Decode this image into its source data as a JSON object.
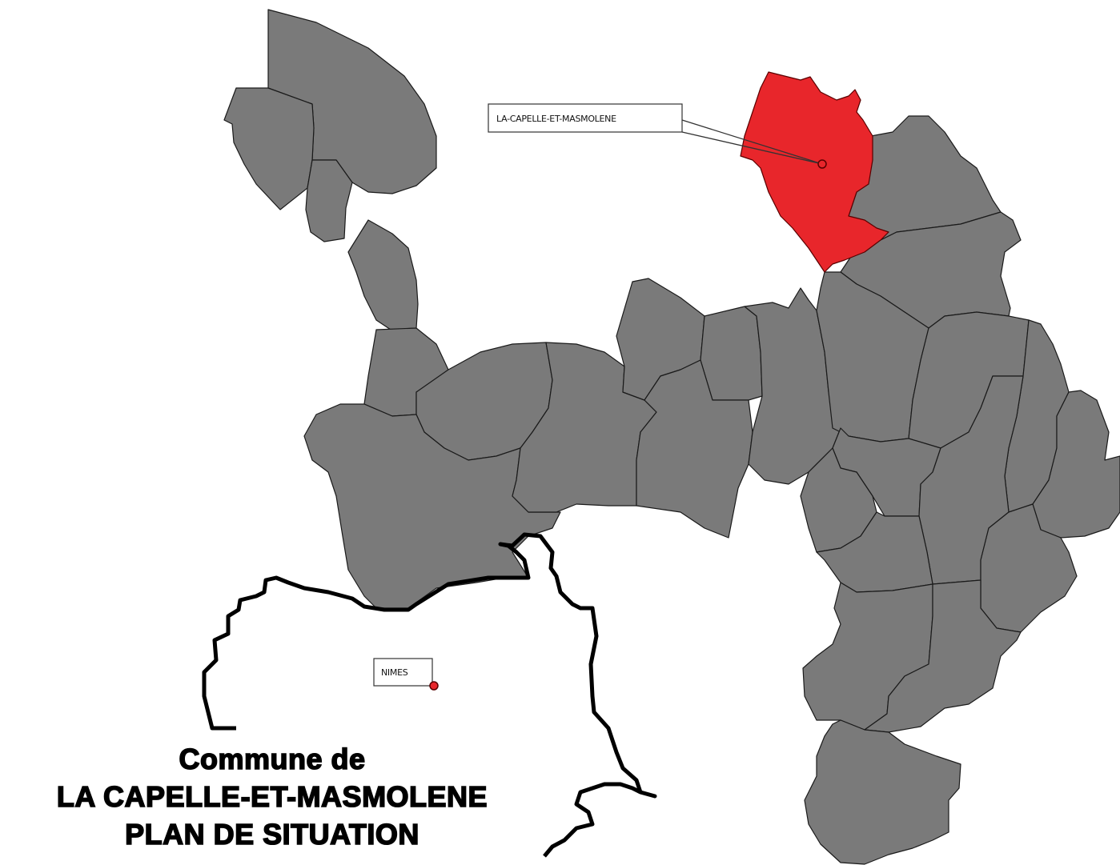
{
  "map": {
    "highlighted_commune_label": "LA-CAPELLE-ET-MASMOLENE",
    "city_label": "NIMES",
    "colors": {
      "commune_fill": "#7a7a7a",
      "highlight_fill": "#e8262b",
      "border": "#000000",
      "background": "#ffffff",
      "marker": "#e8262b"
    }
  },
  "title": {
    "line1": "Commune de",
    "line2": "LA CAPELLE-ET-MASMOLENE",
    "line3": "PLAN DE SITUATION"
  }
}
